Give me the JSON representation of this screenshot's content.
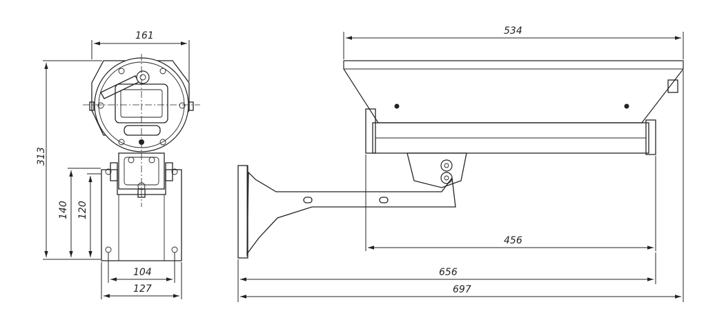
{
  "dimensions": {
    "front_width_top": "161",
    "front_height_total": "313",
    "bracket_height_outer": "140",
    "bracket_height_inner": "120",
    "bracket_hole_spacing": "104",
    "bracket_base_width": "127",
    "housing_length": "534",
    "arm_reach": "456",
    "bracket_to_front": "656",
    "overall_length": "697"
  },
  "colors": {
    "line": "#222222",
    "background": "#ffffff"
  }
}
